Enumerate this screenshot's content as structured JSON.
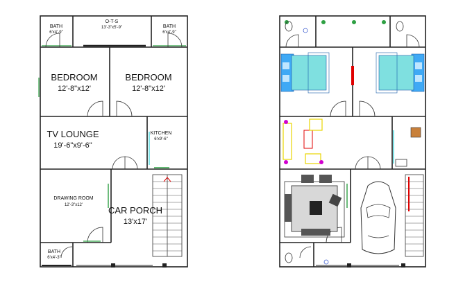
{
  "plan_left": {
    "rooms": {
      "bath_top_left": {
        "name": "BATH",
        "size": "6'x4'-9\""
      },
      "ots": {
        "name": "O-T-S",
        "size": "13'-3\"x5'-9\""
      },
      "bath_top_right": {
        "name": "BATH",
        "size": "6'x4'-9\""
      },
      "bedroom_left": {
        "name": "BEDROOM",
        "size": "12'-8\"x12'"
      },
      "bedroom_right": {
        "name": "BEDROOM",
        "size": "12'-8\"x12'"
      },
      "tv_lounge": {
        "name": "TV LOUNGE",
        "size": "19'-6\"x9'-6\""
      },
      "kitchen": {
        "name": "KITCHEN",
        "size": "6'x9'-6\""
      },
      "drawing_room": {
        "name": "DRAWING ROOM",
        "size": "12'-3\"x12'"
      },
      "car_porch": {
        "name": "CAR PORCH",
        "size": "13'x17'"
      },
      "bath_bottom": {
        "name": "BATH",
        "size": "6'x4'-3\""
      }
    }
  },
  "plan_right": {
    "furniture": [
      "bed",
      "bed",
      "sofa-set",
      "dining-set",
      "car",
      "toilets",
      "plants"
    ]
  },
  "colors": {
    "wall": "#222222",
    "door_green": "#2ea043",
    "bed_blue": "#3fa9f5",
    "bed_cyan": "#7fe0e0",
    "sofa_yellow": "#e8d600",
    "sofa_magenta": "#d000d0",
    "red_accent": "#e00000",
    "cyan_line": "#00c8d0"
  }
}
